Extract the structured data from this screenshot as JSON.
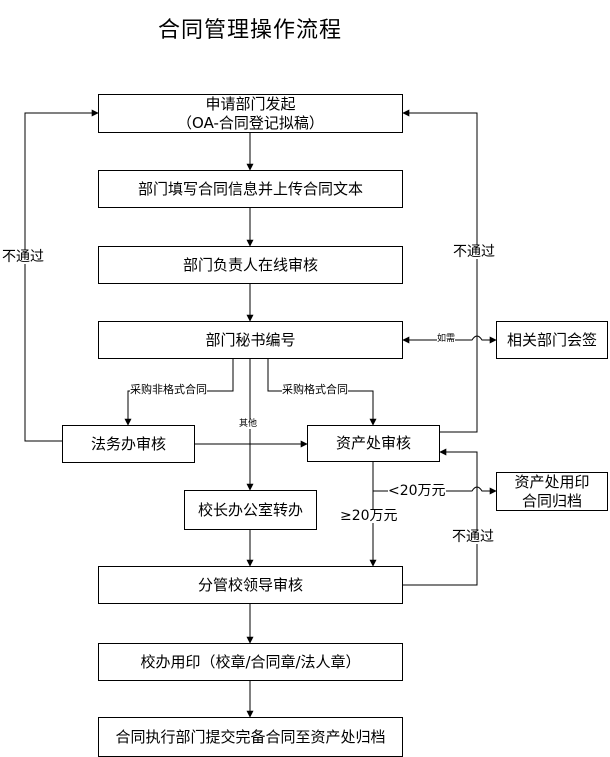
{
  "title": "合同管理操作流程",
  "boxes": {
    "apply_line1": "申请部门发起",
    "apply_line2": "（OA-合同登记拟稿）",
    "fill": "部门填写合同信息并上传合同文本",
    "dept_review": "部门负责人在线审核",
    "secretary": "部门秘书编号",
    "related": "相关部门会签",
    "legal": "法务办审核",
    "asset": "资产处审核",
    "asset_seal_line1": "资产处用印",
    "asset_seal_line2": "合同归档",
    "president_office": "校长办公室转办",
    "leader": "分管校领导审核",
    "seal": "校办用印（校章/合同章/法人章）",
    "archive": "合同执行部门提交完备合同至资产处归档"
  },
  "labels": {
    "not_pass_left": "不通过",
    "not_pass_right_top": "不通过",
    "not_pass_right_bottom": "不通过",
    "if_needed": "如需",
    "non_standard": "采购非格式合同",
    "standard": "采购格式合同",
    "other": "其他",
    "less_20": "<20万元",
    "ge_20": "≥20万元"
  }
}
